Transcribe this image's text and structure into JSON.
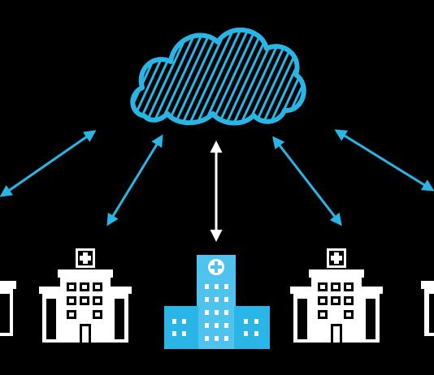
{
  "colors": {
    "background": "#000000",
    "accent": "#29b6e6",
    "accent_light": "#4fc3ee",
    "building": "#ffffff",
    "link_primary": "#ffffff"
  },
  "nodes": {
    "cloud": {
      "icon": "cloud-icon"
    },
    "hospitals": [
      {
        "icon": "hospital-icon",
        "variant": "outline"
      },
      {
        "icon": "hospital-icon",
        "variant": "outline"
      },
      {
        "icon": "hospital-icon",
        "variant": "primary"
      },
      {
        "icon": "hospital-icon",
        "variant": "outline"
      },
      {
        "icon": "hospital-icon",
        "variant": "outline"
      }
    ]
  },
  "links": [
    {
      "from": "cloud",
      "to": "hospital-1",
      "direction": "bidirectional"
    },
    {
      "from": "cloud",
      "to": "hospital-2",
      "direction": "bidirectional"
    },
    {
      "from": "cloud",
      "to": "hospital-3",
      "direction": "bidirectional"
    },
    {
      "from": "cloud",
      "to": "hospital-4",
      "direction": "bidirectional"
    },
    {
      "from": "cloud",
      "to": "hospital-5",
      "direction": "bidirectional"
    }
  ]
}
